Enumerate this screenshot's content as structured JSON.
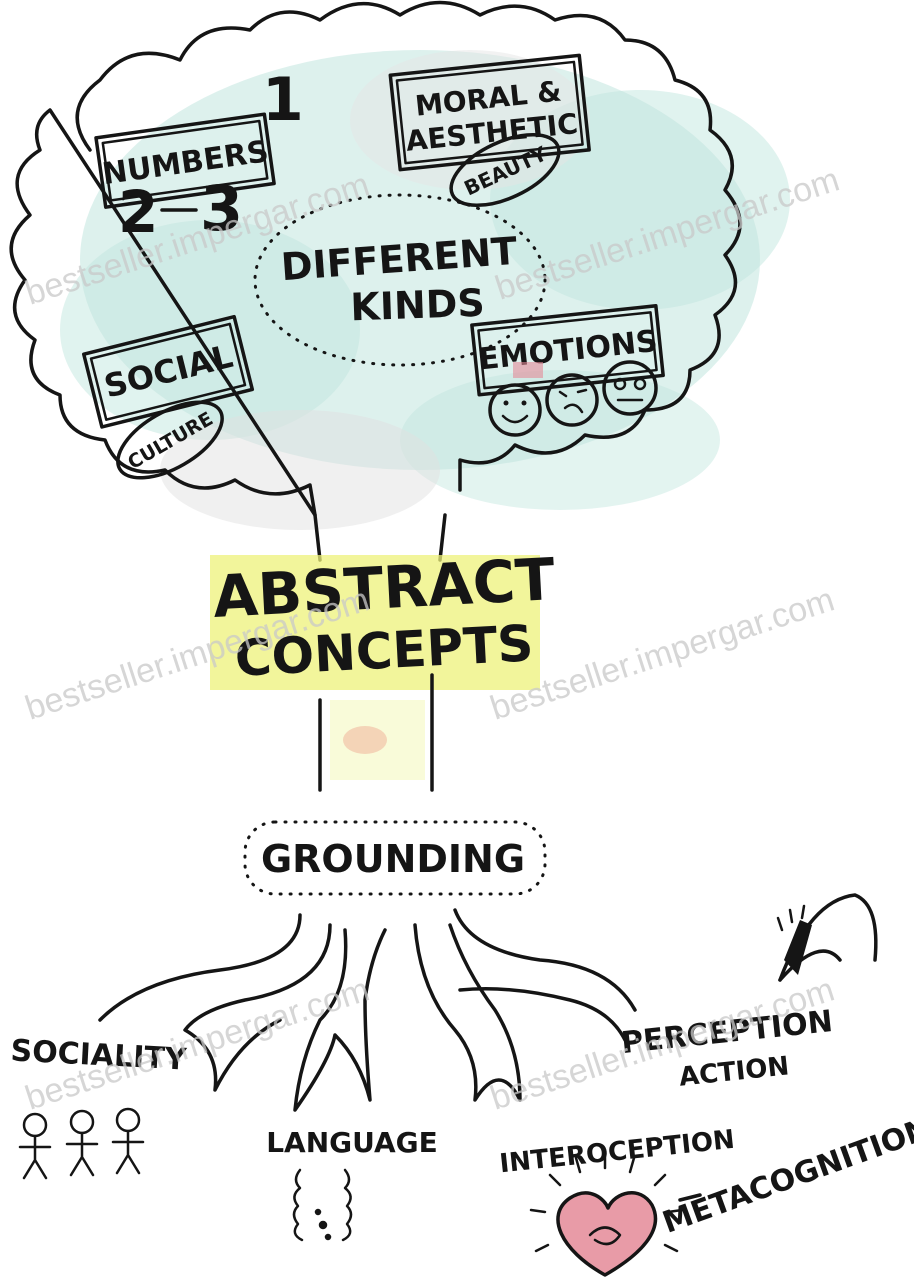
{
  "crown": {
    "center_label_line1": "DIFFERENT",
    "center_label_line2": "KINDS",
    "numbers": {
      "label": "NUMBERS",
      "digit_one": "1",
      "digit_two": "2",
      "digit_three": "3"
    },
    "moral": {
      "label_line1": "MORAL &",
      "label_line2": "AESTHETIC",
      "tag": "BEAUTY"
    },
    "social": {
      "label": "SOCIAL",
      "tag": "CULTURE"
    },
    "emotions": {
      "label": "EMOTIONS"
    }
  },
  "trunk": {
    "label_line1": "ABSTRACT",
    "label_line2": "CONCEPTS"
  },
  "grounding": {
    "label": "GROUNDING"
  },
  "roots": {
    "sociality": "SOCIALITY",
    "language": "LANGUAGE",
    "perception_line1": "PERCEPTION",
    "perception_line2": "ACTION",
    "interoception": "INTEROCEPTION",
    "metacognition": "METACOGNITION"
  },
  "watermark": "bestseller.impergar.com",
  "colors": {
    "foliage": "#8fd1c4",
    "highlight": "#eef27a",
    "heart": "#e48a98",
    "ink": "#151515"
  }
}
